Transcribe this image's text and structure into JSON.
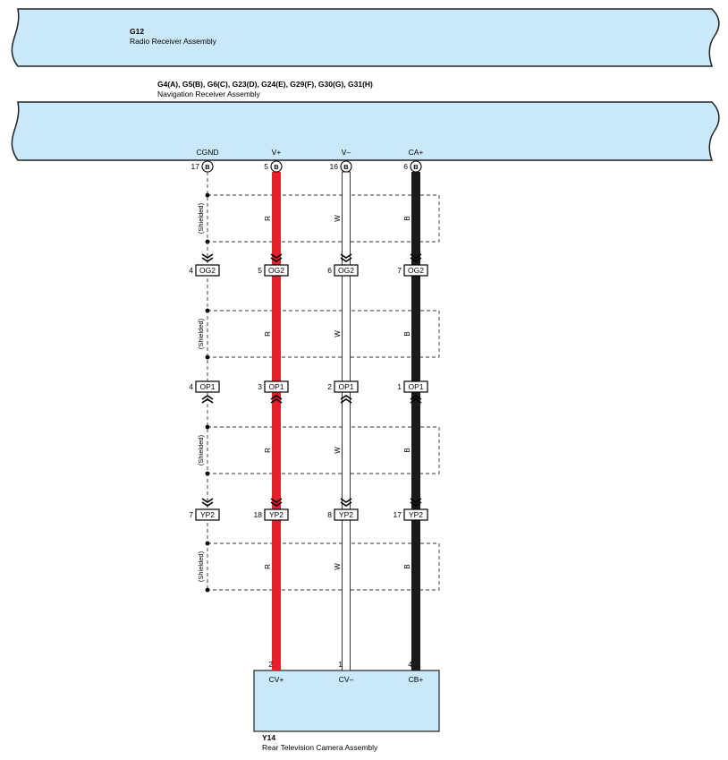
{
  "colors": {
    "assembly_fill": "#c9e9fa",
    "red_wire": "#e5202a",
    "black_wire": "#1a1a1a",
    "white_wire": "#ffffff"
  },
  "radio": {
    "code": "G12",
    "name": "Radio Receiver Assembly"
  },
  "navigation": {
    "codes": "G4(A), G5(B), G6(C), G23(D), G24(E), G29(F), G30(G), G31(H)",
    "name": "Navigation Receiver Assembly"
  },
  "camera": {
    "code": "Y14",
    "name": "Rear Television Camera Assembly"
  },
  "connector_b": "B",
  "shielded_label": "(Shielded)",
  "wires": [
    {
      "id": "cgnd",
      "top_label": "CGND",
      "top_pin": "17",
      "color": "none",
      "color_code": "",
      "bottom_pin": "",
      "bottom_label": "",
      "pins": {
        "og2": "4",
        "op1": "4",
        "yp2": "7"
      }
    },
    {
      "id": "vplus",
      "top_label": "V+",
      "top_pin": "5",
      "color": "red",
      "color_code": "R",
      "bottom_pin": "2",
      "bottom_label": "CV+",
      "pins": {
        "og2": "5",
        "op1": "3",
        "yp2": "18"
      }
    },
    {
      "id": "vminus",
      "top_label": "V–",
      "top_pin": "16",
      "color": "white",
      "color_code": "W",
      "bottom_pin": "1",
      "bottom_label": "CV–",
      "pins": {
        "og2": "6",
        "op1": "2",
        "yp2": "8"
      }
    },
    {
      "id": "caplus",
      "top_label": "CA+",
      "top_pin": "6",
      "color": "black",
      "color_code": "B",
      "bottom_pin": "4",
      "bottom_label": "CB+",
      "pins": {
        "og2": "7",
        "op1": "1",
        "yp2": "17"
      }
    }
  ],
  "connectors": [
    {
      "id": "og2",
      "name": "OG2"
    },
    {
      "id": "op1",
      "name": "OP1"
    },
    {
      "id": "yp2",
      "name": "YP2"
    }
  ]
}
